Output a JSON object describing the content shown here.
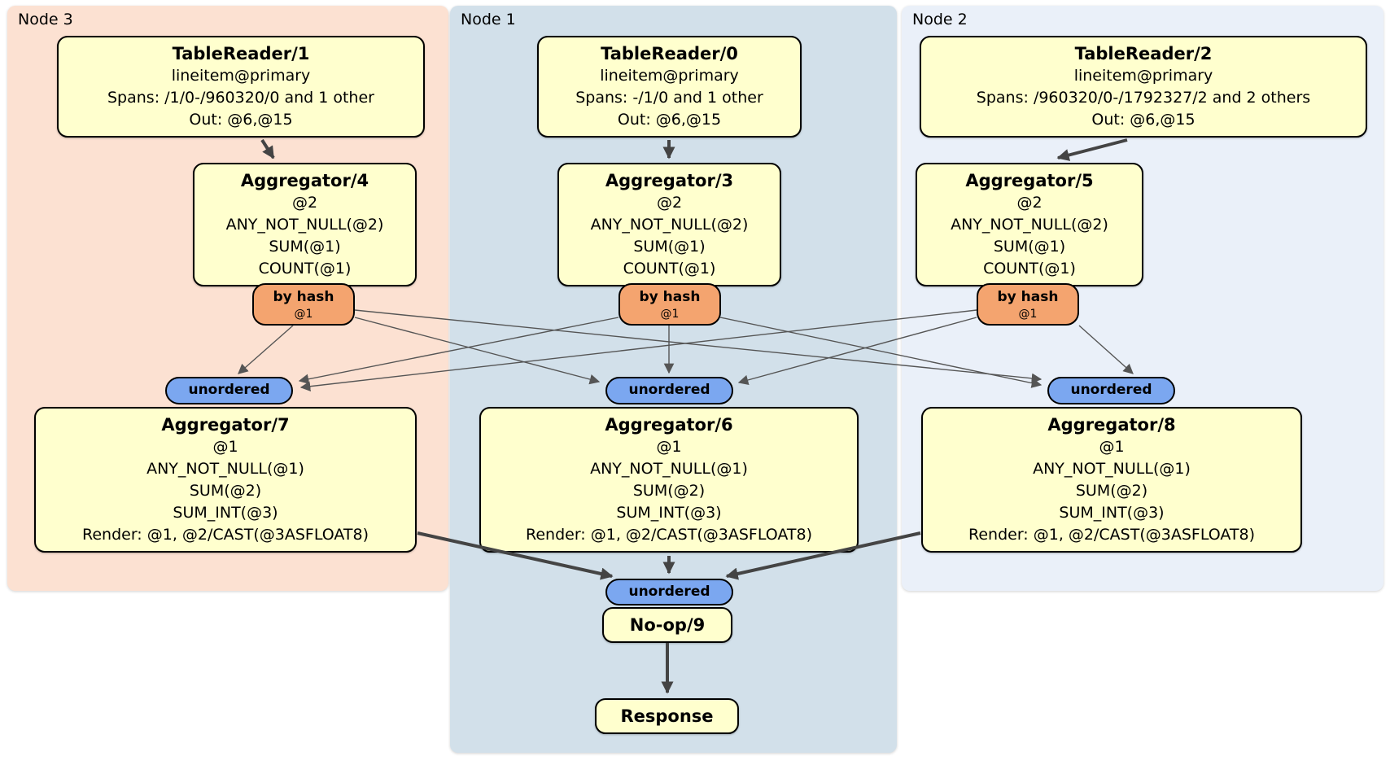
{
  "regions": {
    "node3": {
      "label": "Node 3",
      "color": "#fce1d2"
    },
    "node1": {
      "label": "Node 1",
      "color": "#d2e0ea"
    },
    "node2": {
      "label": "Node 2",
      "color": "#eaf0f9"
    }
  },
  "processors": {
    "tr1": {
      "title": "TableReader/1",
      "lines": [
        "lineitem@primary",
        "Spans: /1/0-/960320/0 and 1 other",
        "Out: @6,@15"
      ]
    },
    "tr0": {
      "title": "TableReader/0",
      "lines": [
        "lineitem@primary",
        "Spans: -/1/0 and 1 other",
        "Out: @6,@15"
      ]
    },
    "tr2": {
      "title": "TableReader/2",
      "lines": [
        "lineitem@primary",
        "Spans: /960320/0-/1792327/2 and 2 others",
        "Out: @6,@15"
      ]
    },
    "agg4": {
      "title": "Aggregator/4",
      "lines": [
        "@2",
        "ANY_NOT_NULL(@2)",
        "SUM(@1)",
        "COUNT(@1)"
      ]
    },
    "agg3": {
      "title": "Aggregator/3",
      "lines": [
        "@2",
        "ANY_NOT_NULL(@2)",
        "SUM(@1)",
        "COUNT(@1)"
      ]
    },
    "agg5": {
      "title": "Aggregator/5",
      "lines": [
        "@2",
        "ANY_NOT_NULL(@2)",
        "SUM(@1)",
        "COUNT(@1)"
      ]
    },
    "agg7": {
      "title": "Aggregator/7",
      "lines": [
        "@1",
        "ANY_NOT_NULL(@1)",
        "SUM(@2)",
        "SUM_INT(@3)",
        "Render: @1, @2/CAST(@3ASFLOAT8)"
      ]
    },
    "agg6": {
      "title": "Aggregator/6",
      "lines": [
        "@1",
        "ANY_NOT_NULL(@1)",
        "SUM(@2)",
        "SUM_INT(@3)",
        "Render: @1, @2/CAST(@3ASFLOAT8)"
      ]
    },
    "agg8": {
      "title": "Aggregator/8",
      "lines": [
        "@1",
        "ANY_NOT_NULL(@1)",
        "SUM(@2)",
        "SUM_INT(@3)",
        "Render: @1, @2/CAST(@3ASFLOAT8)"
      ]
    },
    "noop9": {
      "title": "No-op/9"
    },
    "response": {
      "title": "Response"
    }
  },
  "routers": {
    "hash4": {
      "label": "by hash",
      "detail": "@1"
    },
    "hash3": {
      "label": "by hash",
      "detail": "@1"
    },
    "hash5": {
      "label": "by hash",
      "detail": "@1"
    }
  },
  "syncs": {
    "sync7": {
      "label": "unordered"
    },
    "sync6": {
      "label": "unordered"
    },
    "sync8": {
      "label": "unordered"
    },
    "sync9": {
      "label": "unordered"
    }
  },
  "edges": [
    "TableReader/1 -> Aggregator/4",
    "TableReader/0 -> Aggregator/3",
    "TableReader/2 -> Aggregator/5",
    "Aggregator/4 by hash -> unordered (7)",
    "Aggregator/4 by hash -> unordered (6)",
    "Aggregator/4 by hash -> unordered (8)",
    "Aggregator/3 by hash -> unordered (7)",
    "Aggregator/3 by hash -> unordered (6)",
    "Aggregator/3 by hash -> unordered (8)",
    "Aggregator/5 by hash -> unordered (7)",
    "Aggregator/5 by hash -> unordered (6)",
    "Aggregator/5 by hash -> unordered (8)",
    "Aggregator/7 -> unordered (9)",
    "Aggregator/6 -> unordered (9)",
    "Aggregator/8 -> unordered (9)",
    "No-op/9 -> Response"
  ],
  "colors": {
    "processor_fill": "#ffffce",
    "router_fill": "#f4a46f",
    "sync_fill": "#7ba7f0",
    "edge_thin": "#555555",
    "edge_thick": "#444444",
    "border": "#000000"
  }
}
